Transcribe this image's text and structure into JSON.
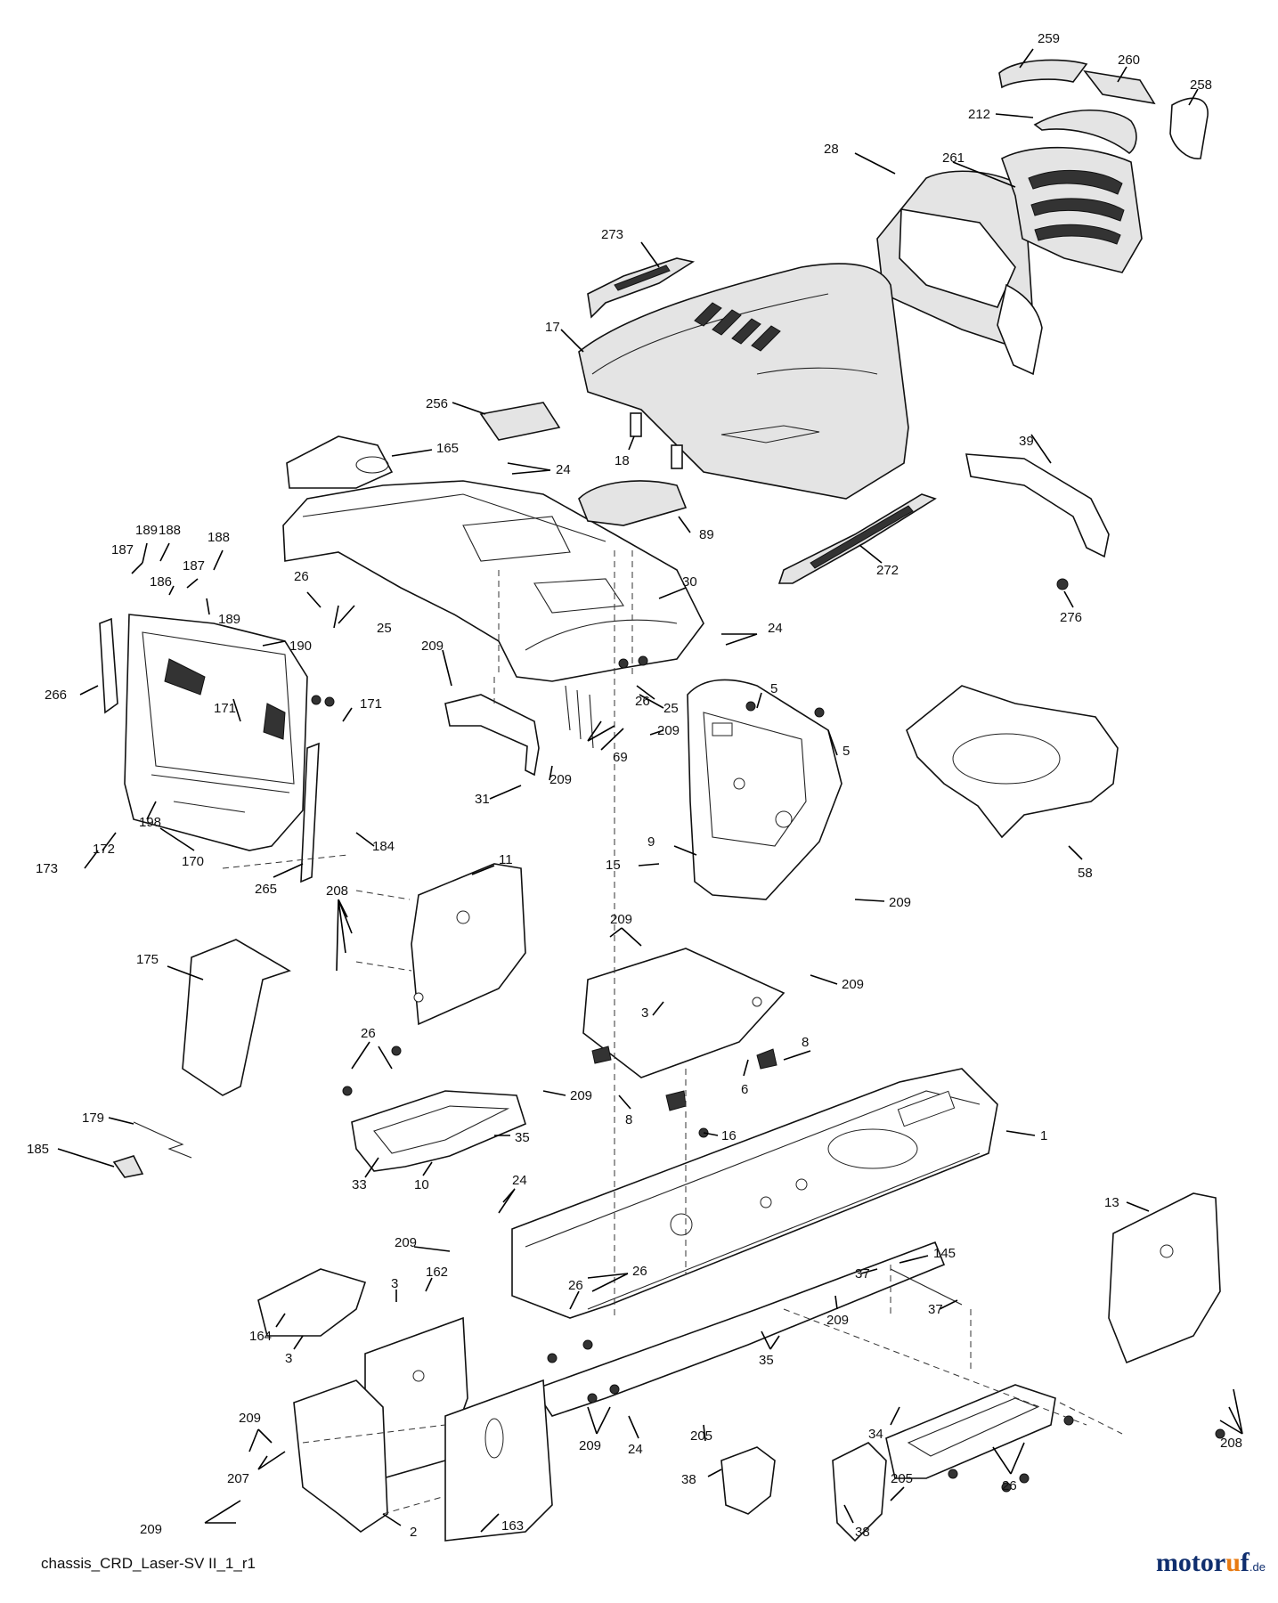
{
  "caption": "chassis_CRD_Laser-SV II_1_r1",
  "logo": {
    "prefix": "motor",
    "accent": "u",
    "suffix": "f",
    "tld": ".de"
  },
  "callouts": [
    {
      "id": "c259",
      "text": "259"
    },
    {
      "id": "c260",
      "text": "260"
    },
    {
      "id": "c258",
      "text": "258"
    },
    {
      "id": "c212",
      "text": "212"
    },
    {
      "id": "c28",
      "text": "28"
    },
    {
      "id": "c261",
      "text": "261"
    },
    {
      "id": "c273",
      "text": "273"
    },
    {
      "id": "c17",
      "text": "17"
    },
    {
      "id": "c256",
      "text": "256"
    },
    {
      "id": "c18",
      "text": "18"
    },
    {
      "id": "c165",
      "text": "165"
    },
    {
      "id": "c24a",
      "text": "24"
    },
    {
      "id": "c89",
      "text": "89"
    },
    {
      "id": "c39",
      "text": "39"
    },
    {
      "id": "c272",
      "text": "272"
    },
    {
      "id": "c276",
      "text": "276"
    },
    {
      "id": "c189a",
      "text": "189"
    },
    {
      "id": "c188a",
      "text": "188"
    },
    {
      "id": "c188b",
      "text": "188"
    },
    {
      "id": "c187a",
      "text": "187"
    },
    {
      "id": "c187b",
      "text": "187"
    },
    {
      "id": "c186",
      "text": "186"
    },
    {
      "id": "c189b",
      "text": "189"
    },
    {
      "id": "c26a",
      "text": "26"
    },
    {
      "id": "c25a",
      "text": "25"
    },
    {
      "id": "c30",
      "text": "30"
    },
    {
      "id": "c24b",
      "text": "24"
    },
    {
      "id": "c209a",
      "text": "209"
    },
    {
      "id": "c190",
      "text": "190"
    },
    {
      "id": "c266",
      "text": "266"
    },
    {
      "id": "c171a",
      "text": "171"
    },
    {
      "id": "c171b",
      "text": "171"
    },
    {
      "id": "c26b",
      "text": "26"
    },
    {
      "id": "c25b",
      "text": "25"
    },
    {
      "id": "c5a",
      "text": "5"
    },
    {
      "id": "c5b",
      "text": "5"
    },
    {
      "id": "c209b",
      "text": "209"
    },
    {
      "id": "c69",
      "text": "69"
    },
    {
      "id": "c31",
      "text": "31"
    },
    {
      "id": "c209c",
      "text": "209"
    },
    {
      "id": "c198",
      "text": "198"
    },
    {
      "id": "c172",
      "text": "172"
    },
    {
      "id": "c173",
      "text": "173"
    },
    {
      "id": "c170",
      "text": "170"
    },
    {
      "id": "c184",
      "text": "184"
    },
    {
      "id": "c265",
      "text": "265"
    },
    {
      "id": "c9",
      "text": "9"
    },
    {
      "id": "c58",
      "text": "58"
    },
    {
      "id": "c11",
      "text": "11"
    },
    {
      "id": "c15",
      "text": "15"
    },
    {
      "id": "c209d",
      "text": "209"
    },
    {
      "id": "c208a",
      "text": "208"
    },
    {
      "id": "c209e",
      "text": "209"
    },
    {
      "id": "c175",
      "text": "175"
    },
    {
      "id": "c209f",
      "text": "209"
    },
    {
      "id": "c3a",
      "text": "3"
    },
    {
      "id": "c8a",
      "text": "8"
    },
    {
      "id": "c26c",
      "text": "26"
    },
    {
      "id": "c6",
      "text": "6"
    },
    {
      "id": "c209g",
      "text": "209"
    },
    {
      "id": "c8b",
      "text": "8"
    },
    {
      "id": "c179",
      "text": "179"
    },
    {
      "id": "c35a",
      "text": "35"
    },
    {
      "id": "c16",
      "text": "16"
    },
    {
      "id": "c1",
      "text": "1"
    },
    {
      "id": "c185",
      "text": "185"
    },
    {
      "id": "c33",
      "text": "33"
    },
    {
      "id": "c10",
      "text": "10"
    },
    {
      "id": "c24c",
      "text": "24"
    },
    {
      "id": "c13",
      "text": "13"
    },
    {
      "id": "c145",
      "text": "145"
    },
    {
      "id": "c209h",
      "text": "209"
    },
    {
      "id": "c26d",
      "text": "26"
    },
    {
      "id": "c162",
      "text": "162"
    },
    {
      "id": "c3b",
      "text": "3"
    },
    {
      "id": "c37a",
      "text": "37"
    },
    {
      "id": "c26e",
      "text": "26"
    },
    {
      "id": "c209i",
      "text": "209"
    },
    {
      "id": "c37b",
      "text": "37"
    },
    {
      "id": "c164",
      "text": "164"
    },
    {
      "id": "c3c",
      "text": "3"
    },
    {
      "id": "c35b",
      "text": "35"
    },
    {
      "id": "c34",
      "text": "34"
    },
    {
      "id": "c208b",
      "text": "208"
    },
    {
      "id": "c209j",
      "text": "209"
    },
    {
      "id": "c209k",
      "text": "209"
    },
    {
      "id": "c24d",
      "text": "24"
    },
    {
      "id": "c205a",
      "text": "205"
    },
    {
      "id": "c207",
      "text": "207"
    },
    {
      "id": "c163",
      "text": "163"
    },
    {
      "id": "c26f",
      "text": "26"
    },
    {
      "id": "c205b",
      "text": "205"
    },
    {
      "id": "c209l",
      "text": "209"
    },
    {
      "id": "c2",
      "text": "2"
    },
    {
      "id": "c38a",
      "text": "38"
    },
    {
      "id": "c38b",
      "text": "38"
    }
  ]
}
